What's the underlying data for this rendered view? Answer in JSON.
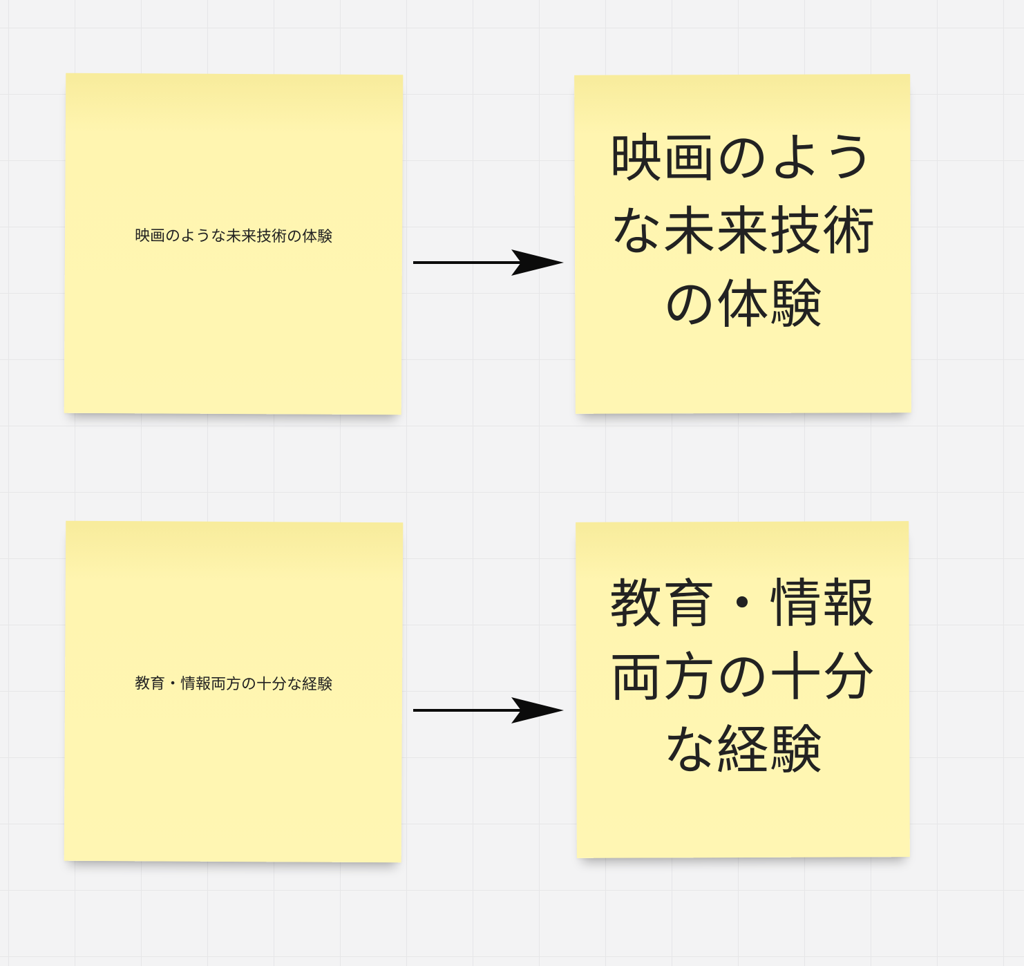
{
  "canvas": {
    "background_color": "#f3f3f4",
    "grid_color": "#e6e6e8",
    "note_color": "#fff6b3",
    "arrow_color": "#0b0b0b"
  },
  "notes": [
    {
      "text": "映画のような未来技術の体験",
      "size": "small"
    },
    {
      "text": "映画のよう\nな未来技術\nの体験",
      "size": "large"
    },
    {
      "text": "教育・情報両方の十分な経験",
      "size": "small"
    },
    {
      "text": "教育・情報\n両方の十分\nな経験",
      "size": "large"
    }
  ],
  "connectors": [
    {
      "from": "notes.0",
      "to": "notes.1",
      "style": "arrow"
    },
    {
      "from": "notes.2",
      "to": "notes.3",
      "style": "arrow"
    }
  ]
}
